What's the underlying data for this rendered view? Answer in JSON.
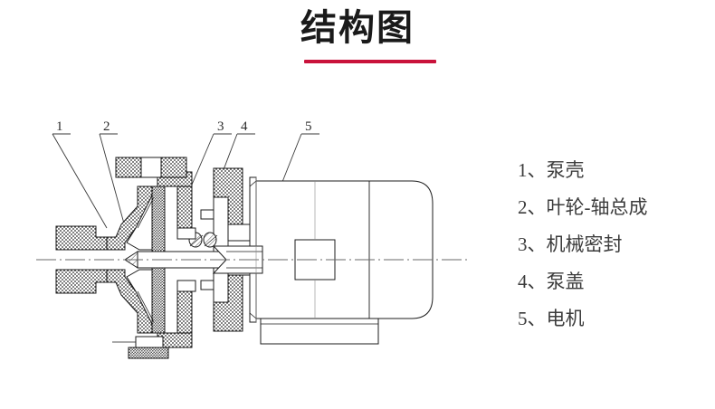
{
  "title": {
    "text": "结构图",
    "underline_color": "#c9123b"
  },
  "callouts": [
    {
      "id": "1",
      "label": "1"
    },
    {
      "id": "2",
      "label": "2"
    },
    {
      "id": "3",
      "label": "3"
    },
    {
      "id": "4",
      "label": "4"
    },
    {
      "id": "5",
      "label": "5"
    }
  ],
  "legend": {
    "items": [
      {
        "num": "1",
        "text": "1、泵壳"
      },
      {
        "num": "2",
        "text": "2、叶轮-轴总成"
      },
      {
        "num": "3",
        "text": "3、机械密封"
      },
      {
        "num": "4",
        "text": "4、泵盖"
      },
      {
        "num": "5",
        "text": "5、电机"
      }
    ]
  },
  "diagram": {
    "kind": "pump-cross-section",
    "line_color": "#1c1c1c",
    "hatch_color": "#2b2b2b",
    "centerline_color": "#555555",
    "background": "#ffffff",
    "parts": [
      "suction-flange",
      "pump-casing",
      "impeller-shaft-assembly",
      "mechanical-seal",
      "pump-cover",
      "motor-body",
      "motor-terminal-box",
      "motor-base",
      "discharge-flange"
    ]
  }
}
